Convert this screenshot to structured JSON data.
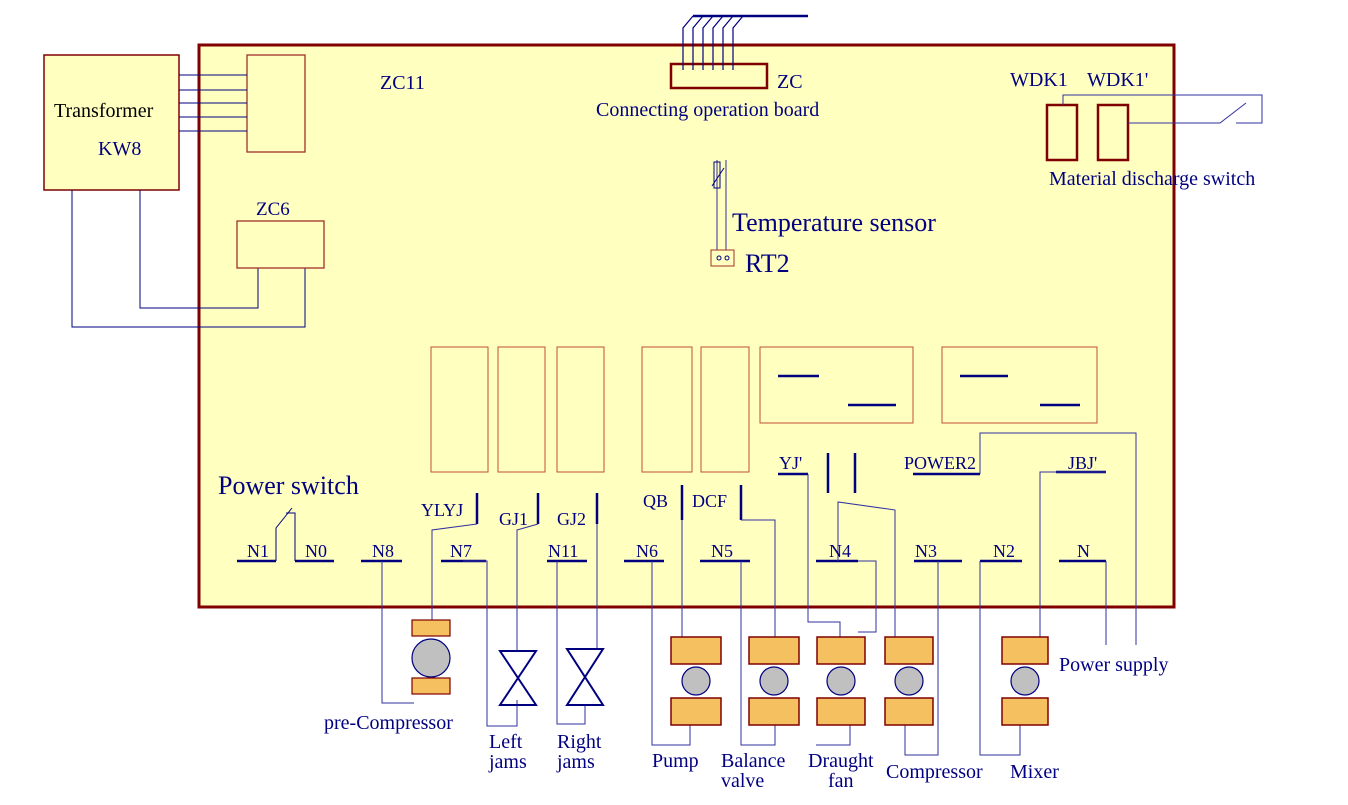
{
  "board": {
    "zc11": "ZC11",
    "zc6": "ZC6",
    "zc": "ZC"
  },
  "transformer": {
    "title": "Transformer",
    "model": "KW8"
  },
  "operation_board": {
    "label": "Connecting operation board"
  },
  "switches": {
    "wdk1": "WDK1",
    "wdk1p": "WDK1'",
    "discharge": "Material discharge switch"
  },
  "sensor": {
    "title": "Temperature sensor",
    "id": "RT2"
  },
  "power": {
    "switch": "Power switch",
    "power2": "POWER2"
  },
  "relays": {
    "ylyj": "YLYJ",
    "gj1": "GJ1",
    "gj2": "GJ2",
    "qb": "QB",
    "dcf": "DCF",
    "yjp": "YJ'",
    "jbjp": "JBJ'"
  },
  "terminals": {
    "n1": "N1",
    "n0": "N0",
    "n8": "N8",
    "n7": "N7",
    "n11": "N11",
    "n6": "N6",
    "n5": "N5",
    "n4": "N4",
    "n3": "N3",
    "n2": "N2",
    "n": "N"
  },
  "loads": {
    "pre_compressor": "pre-Compressor",
    "left_1": "Left",
    "left_2": "jams",
    "right_1": "Right",
    "right_2": "jams",
    "pump": "Pump",
    "balance_1": "Balance",
    "balance_2": "valve",
    "draught_1": "Draught",
    "draught_2": "fan",
    "compressor": "Compressor",
    "mixer": "Mixer",
    "power_supply": "Power supply"
  }
}
